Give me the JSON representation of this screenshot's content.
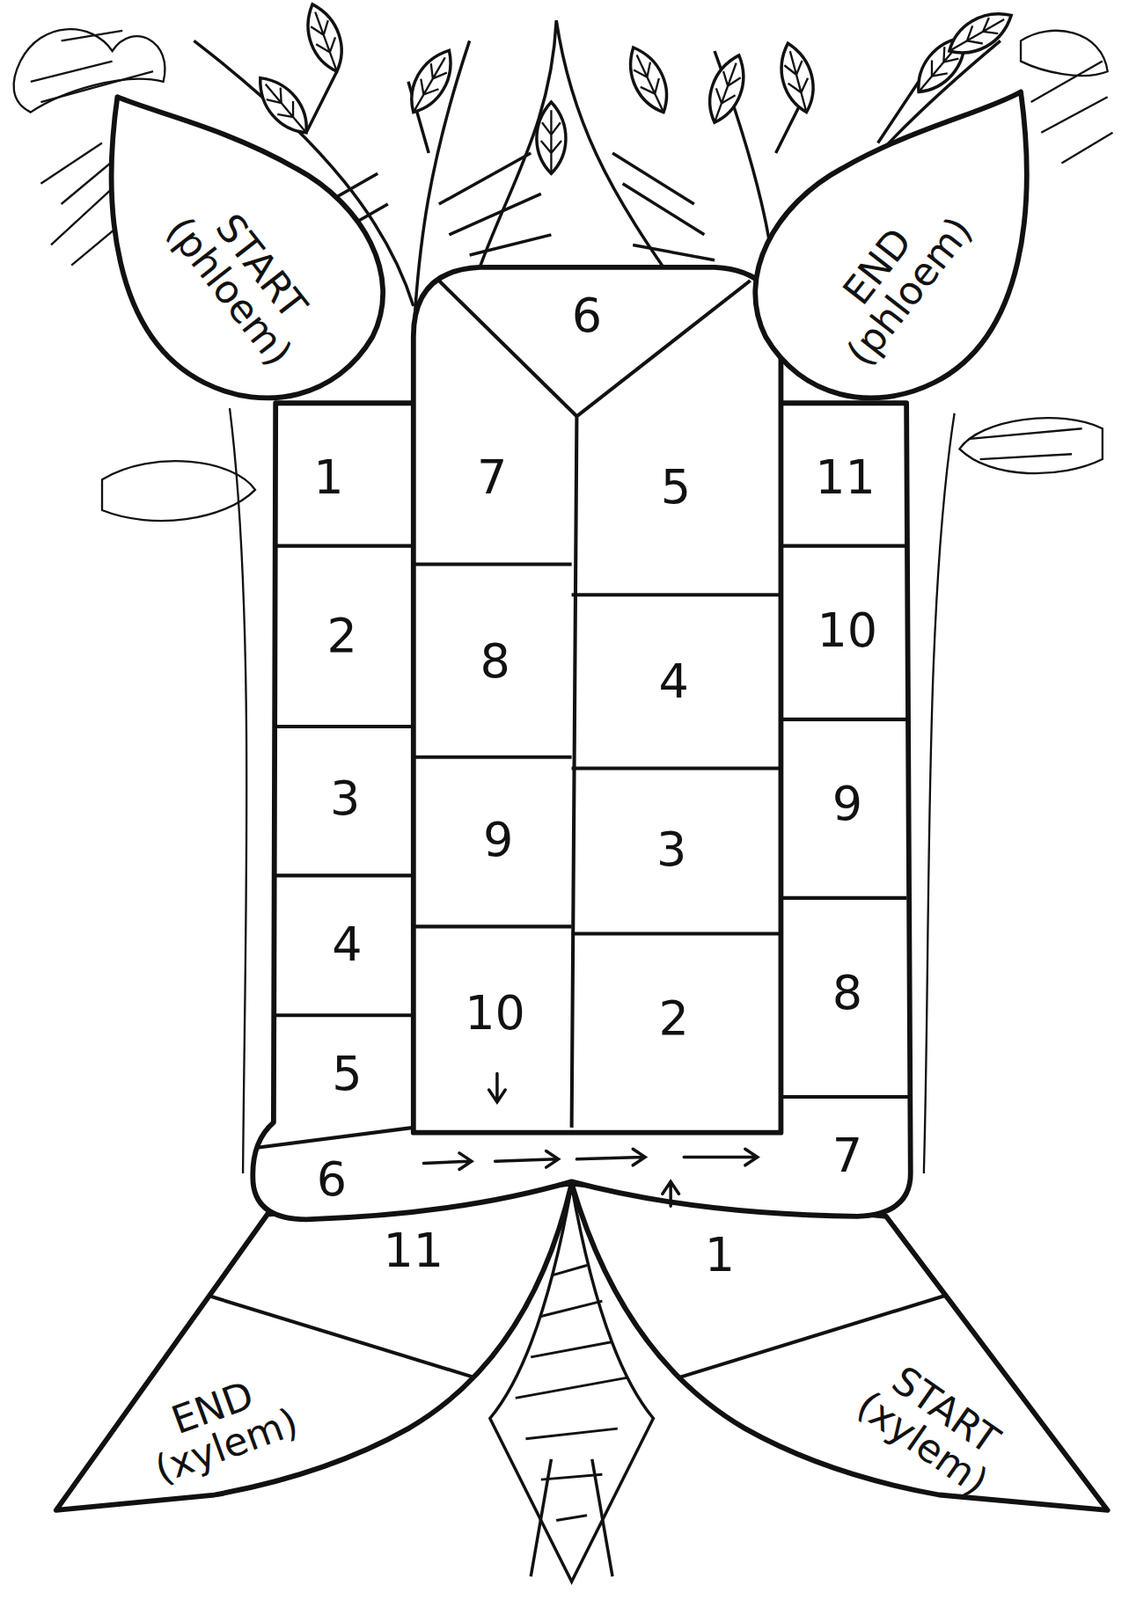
{
  "diagram": {
    "nodes": [
      {
        "text": [
          "START (phloem)"
        ]
      },
      {
        "text": [
          "6"
        ]
      },
      {
        "text": [
          "END (phloem)"
        ]
      },
      {
        "text": [
          "1"
        ]
      },
      {
        "text": [
          "7"
        ]
      },
      {
        "text": [
          "5"
        ]
      },
      {
        "text": [
          "11"
        ]
      },
      {
        "text": [
          "2"
        ]
      },
      {
        "text": [
          "8"
        ]
      },
      {
        "text": [
          "4"
        ]
      },
      {
        "text": [
          "10"
        ]
      },
      {
        "text": [
          "3"
        ]
      },
      {
        "text": [
          "9"
        ]
      },
      {
        "text": [
          "3"
        ]
      },
      {
        "text": [
          "9"
        ]
      },
      {
        "text": [
          "4"
        ]
      },
      {
        "text": [
          "10"
        ]
      },
      {
        "text": [
          "2"
        ]
      },
      {
        "text": [
          "8"
        ]
      },
      {
        "text": [
          "5"
        ]
      },
      {
        "text": [
          "7"
        ]
      },
      {
        "text": [
          "6"
        ]
      },
      {
        "text": [
          "11"
        ]
      },
      {
        "text": [
          "1"
        ]
      },
      {
        "text": [
          "END (xylem)"
        ]
      },
      {
        "text": [
          "START (xylem)"
        ]
      }
    ]
  }
}
